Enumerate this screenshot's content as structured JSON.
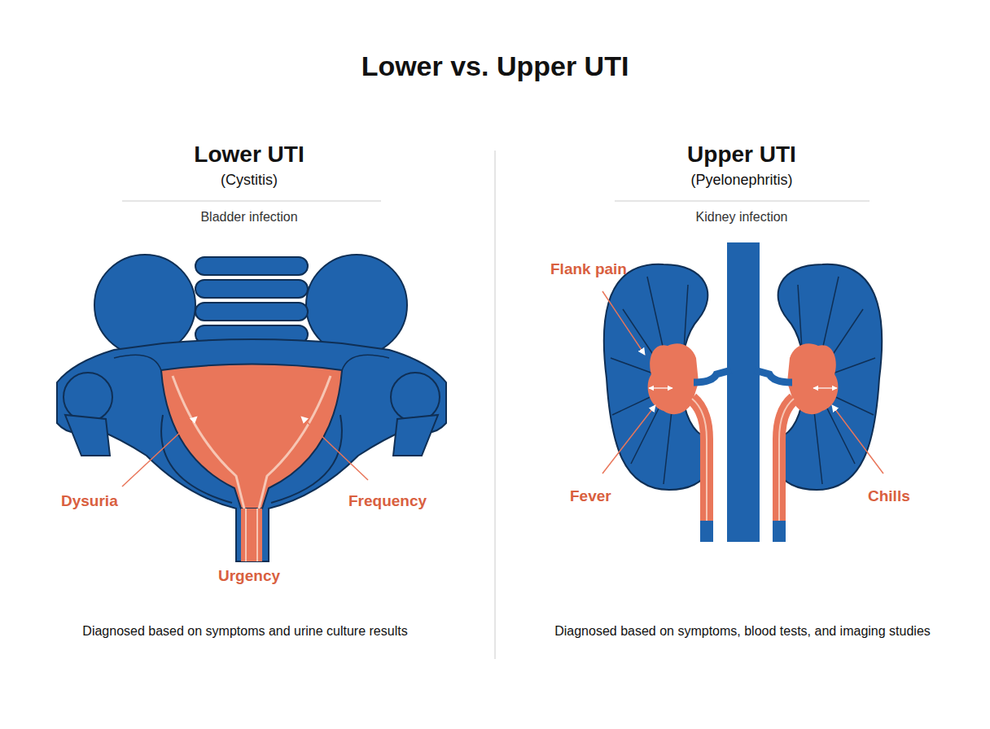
{
  "diagram": {
    "title": "Lower vs. Upper UTI",
    "labels": [
      "Lower UTI",
      "(Cystitis)",
      "Bladder infection",
      "Dysuria",
      "Frequency",
      "Urgency",
      "Diagnosed based on symptoms and urine culture results",
      "Upper UTI",
      "(Pyelonephritis)",
      "Kidney infection",
      "Flank pain",
      "Fever",
      "Chills",
      "Diagnosed based on symptoms, blood tests, and imaging studies"
    ]
  }
}
